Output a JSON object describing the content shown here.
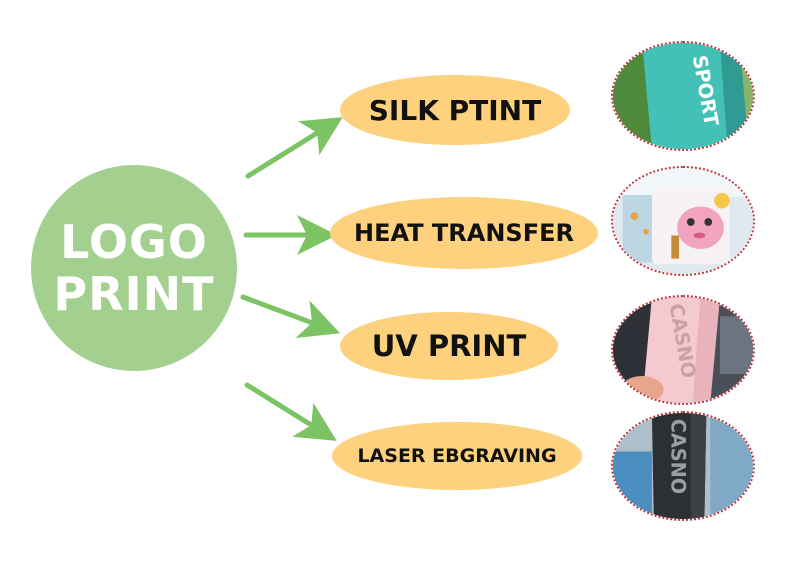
{
  "hub": {
    "line1": "LOGO",
    "line2": "PRINT",
    "color": "#a3d08f"
  },
  "methods": [
    {
      "label": "SILK PTINT"
    },
    {
      "label": "HEAT TRANSFER"
    },
    {
      "label": "UV PRINT"
    },
    {
      "label": "LASER EBGRAVING"
    }
  ],
  "thumb_text": {
    "sport": "SPORT",
    "casno": "CASNO"
  },
  "colors": {
    "pill": "#fdd17d",
    "arrow": "#7cc363",
    "thumb_border": "#c0343a"
  }
}
